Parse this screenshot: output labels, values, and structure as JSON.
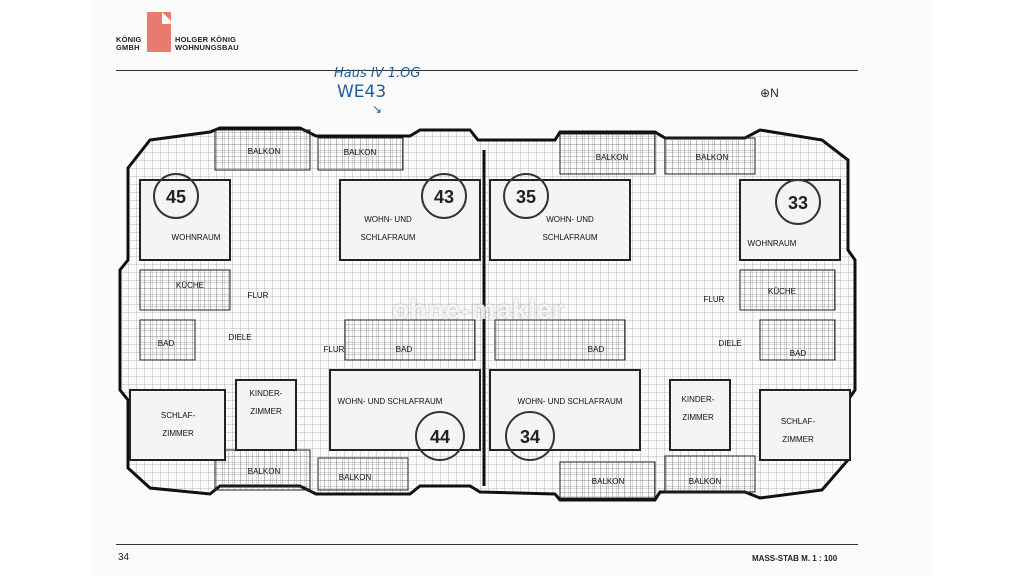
{
  "header": {
    "brand_left_line1": "KÖNIG",
    "brand_left_line2": "GMBH",
    "brand_right_line1": "HOLGER KÖNIG",
    "brand_right_line2": "WOHNUNGSBAU",
    "accent_color": "#e77b6d"
  },
  "annotation": {
    "line1": "Haus IV 1.OG",
    "line2": "WE43",
    "color": "#1c5f9e"
  },
  "watermark": "ohne-makler",
  "footer": {
    "page_number": "34",
    "scale": "MASS-STAB M. 1 : 100"
  },
  "compass_symbol": "N",
  "plan": {
    "unit_numbers": {
      "u45": "45",
      "u43": "43",
      "u35": "35",
      "u33": "33",
      "u44": "44",
      "u34": "34"
    },
    "labels": {
      "balkon_tl": "BALKON",
      "balkon_tc": "BALKON",
      "balkon_tr1": "BALKON",
      "balkon_tr2": "BALKON",
      "balkon_bl": "BALKON",
      "balkon_bc": "BALKON",
      "balkon_br1": "BALKON",
      "balkon_br2": "BALKON",
      "wohnraum_l": "WOHNRAUM",
      "wohnraum_r": "WOHNRAUM",
      "wohn_schlaf_1a": "WOHN- UND",
      "wohn_schlaf_1b": "SCHLAFRAUM",
      "wohn_schlaf_2a": "WOHN- UND",
      "wohn_schlaf_2b": "SCHLAFRAUM",
      "wohn_schlaf_3": "WOHN- UND SCHLAFRAUM",
      "wohn_schlaf_4": "WOHN- UND SCHLAFRAUM",
      "kueche_l": "KÜCHE",
      "kueche_r": "KÜCHE",
      "flur_l": "FLUR",
      "flur_r": "FLUR",
      "flur_c": "FLUR",
      "diele_l": "DIELE",
      "diele_r": "DIELE",
      "bad_l": "BAD",
      "bad_r": "BAD",
      "bad_c1": "BAD",
      "bad_c2": "BAD",
      "kinder_l1": "KINDER-",
      "kinder_l2": "ZIMMER",
      "kinder_r1": "KINDER-",
      "kinder_r2": "ZIMMER",
      "schlaf_l1": "SCHLAF-",
      "schlaf_l2": "ZIMMER",
      "schlaf_r1": "SCHLAF-",
      "schlaf_r2": "ZIMMER"
    }
  }
}
